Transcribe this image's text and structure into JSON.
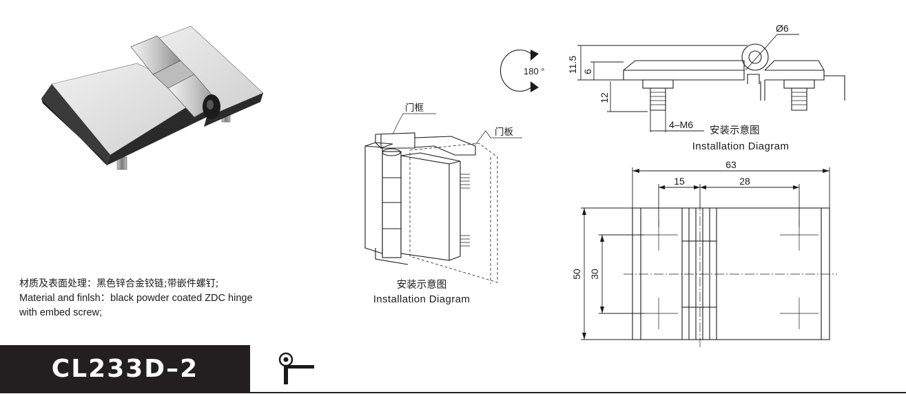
{
  "material": {
    "line_cn": "材质及表面处理：黑色锌合金铰链;带嵌件螺钉;",
    "line_en_1": "Material and finlsh：black powder coated ZDC hinge",
    "line_en_2": "with embed screw;"
  },
  "model": "CL233D–2",
  "middle_diagram": {
    "frame_label": "门框",
    "door_label": "门板",
    "caption_cn": "安装示意图",
    "caption_en": "Installation Diagram"
  },
  "side_view": {
    "rotation_label": "180 °",
    "dim_diameter": "Ø6",
    "dim_total_height": "11.5",
    "dim_leaf_height": "6",
    "dim_stud_length": "12",
    "thread_label": "4–M6",
    "caption_cn": "安装示意图",
    "caption_en": "Installation Diagram"
  },
  "front_view": {
    "dim_width": "63",
    "dim_offset_left": "15",
    "dim_offset_right": "28",
    "dim_height": "50",
    "dim_hole_spacing": "30"
  },
  "colors": {
    "hinge_light": "#e4e4e4",
    "hinge_mid": "#bdbdbd",
    "hinge_dark": "#2a2a2a",
    "model_bar": "#231f20",
    "line": "#1a1a1a"
  }
}
